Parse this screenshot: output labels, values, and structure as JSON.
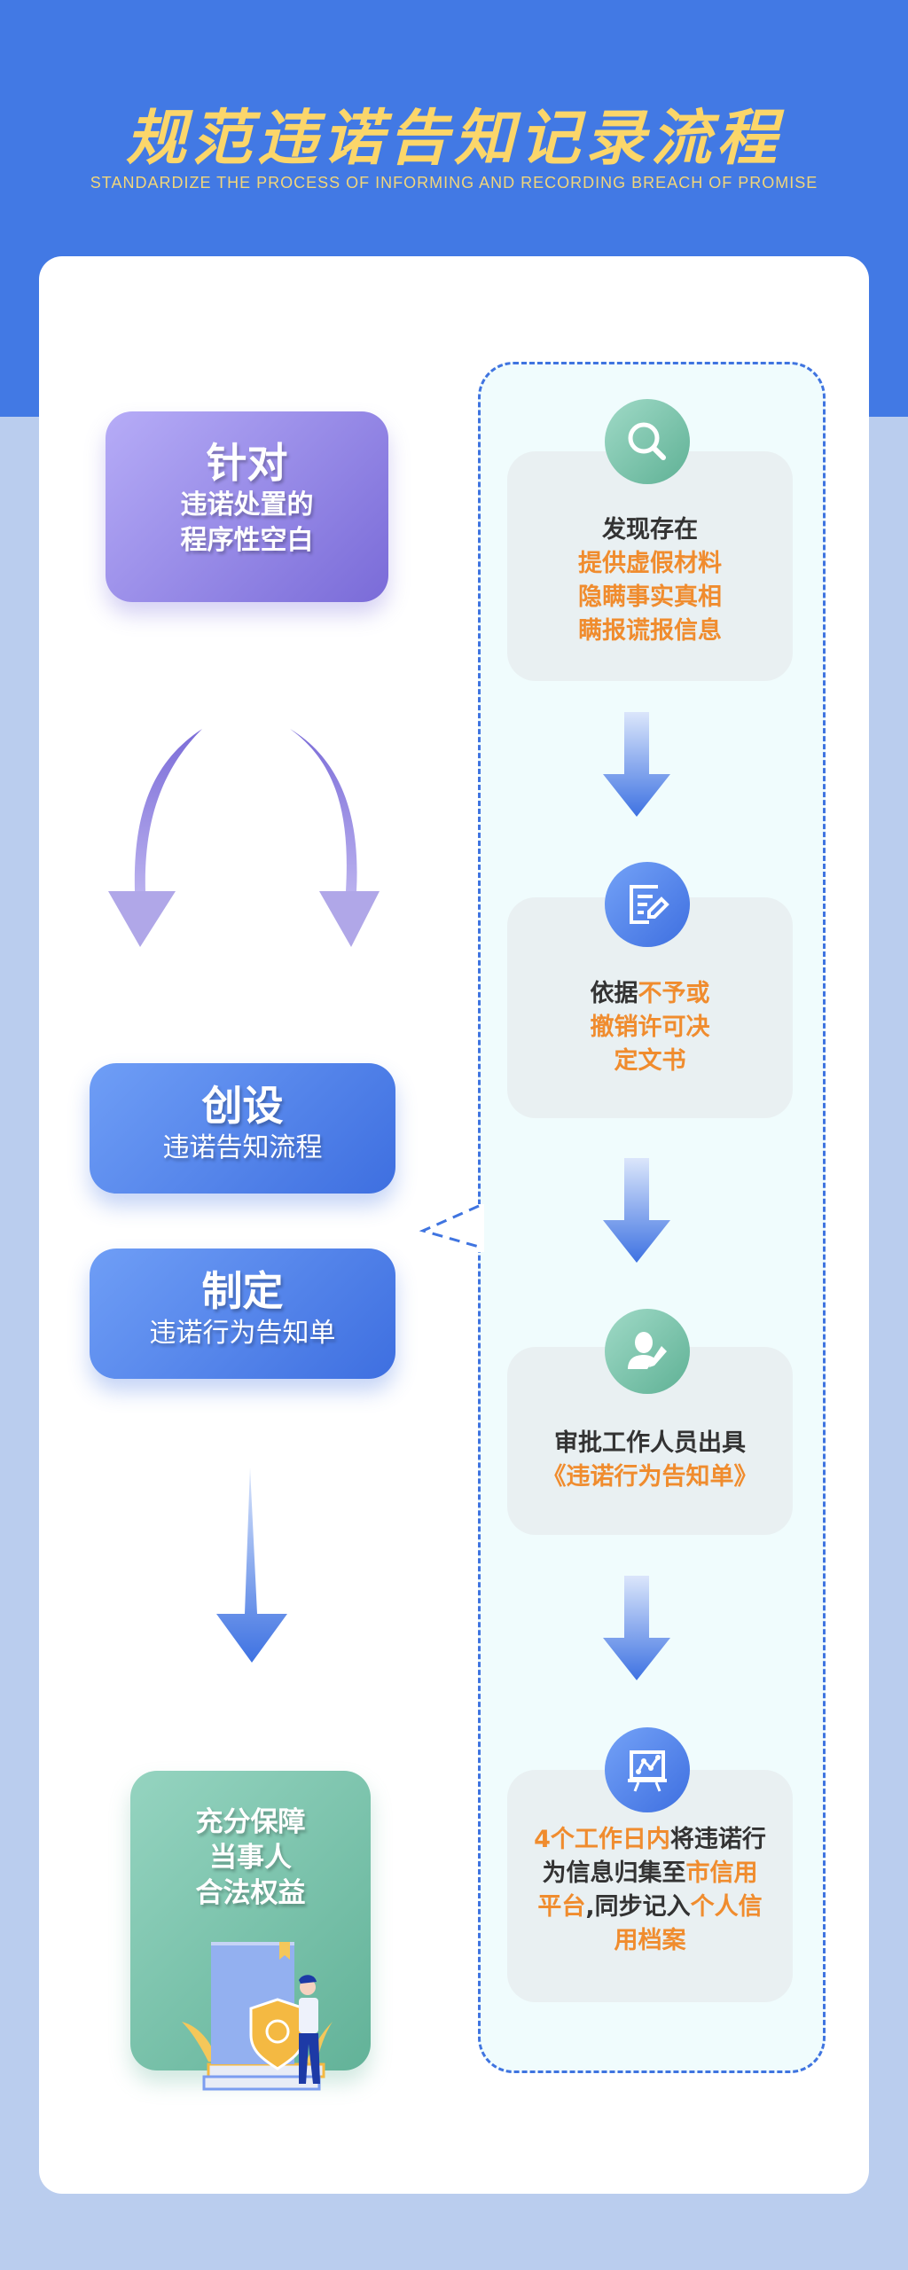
{
  "header": {
    "title": "规范违诺告知记录流程",
    "subtitle": "STANDARDIZE THE PROCESS OF INFORMING AND RECORDING BREACH OF PROMISE"
  },
  "left": {
    "target": {
      "title": "针对",
      "lines": [
        "违诺处置的",
        "程序性空白"
      ]
    },
    "create": {
      "title": "创设",
      "line": "违诺告知流程"
    },
    "make": {
      "title": "制定",
      "line": "违诺行为告知单"
    },
    "result": {
      "lines": [
        "充分保障",
        "当事人",
        "合法权益"
      ]
    }
  },
  "steps": [
    {
      "icon": "search-icon",
      "lines": [
        [
          {
            "t": "发现存在",
            "o": false
          }
        ],
        [
          {
            "t": "提供虚假材料",
            "o": true
          }
        ],
        [
          {
            "t": "隐瞒事实真相",
            "o": true
          }
        ],
        [
          {
            "t": "瞒报谎报信息",
            "o": true
          }
        ]
      ]
    },
    {
      "icon": "document-edit-icon",
      "lines": [
        [
          {
            "t": "依据",
            "o": false
          },
          {
            "t": "不予或",
            "o": true
          }
        ],
        [
          {
            "t": "撤销许可决",
            "o": true
          }
        ],
        [
          {
            "t": "定文书",
            "o": true
          }
        ]
      ]
    },
    {
      "icon": "user-sign-icon",
      "lines": [
        [
          {
            "t": "审批工作人员出具",
            "o": false
          }
        ],
        [
          {
            "t": "《违诺行为告知单》",
            "o": true
          }
        ]
      ]
    },
    {
      "icon": "chart-board-icon",
      "lines": [
        [
          {
            "t": "4个工作日内",
            "o": true
          },
          {
            "t": "将违诺行",
            "o": false
          }
        ],
        [
          {
            "t": "为信息归集至",
            "o": false
          },
          {
            "t": "市信用",
            "o": true
          }
        ],
        [
          {
            "t": "平台",
            "o": true
          },
          {
            "t": ",同步记入",
            "o": false
          },
          {
            "t": "个人信",
            "o": true
          }
        ],
        [
          {
            "t": "用档案",
            "o": true
          }
        ]
      ]
    }
  ],
  "colors": {
    "header": "#4279e4",
    "title": "#fbd66a",
    "accent": "#f08c2e",
    "text": "#333333",
    "purple": "#7a6bd8",
    "blue": "#3e6fe0",
    "green": "#62b298"
  }
}
